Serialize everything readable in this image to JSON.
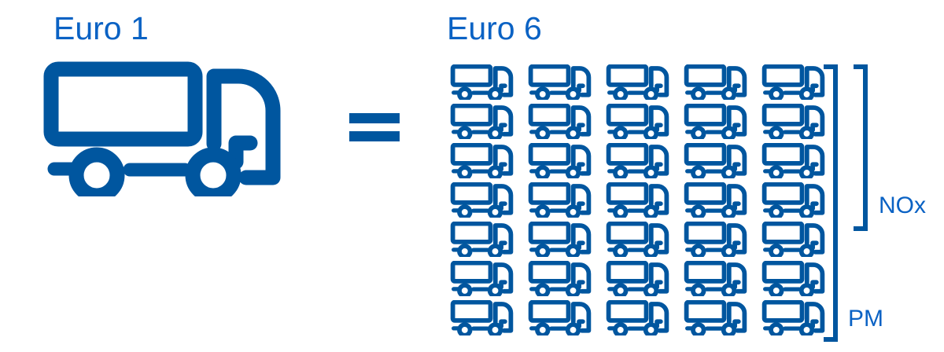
{
  "theme": {
    "icon_color": "#00569f",
    "text_color": "#0a62c4",
    "background": "#ffffff"
  },
  "left": {
    "label": "Euro 1",
    "icon": "truck-icon",
    "count": 1
  },
  "operator": {
    "symbol": "=",
    "name": "equals-sign"
  },
  "right": {
    "label": "Euro 6",
    "icon": "truck-icon",
    "count": 35,
    "grid": {
      "columns": 5,
      "rows": 7
    }
  },
  "brackets": [
    {
      "name": "nox-bracket",
      "label": "NOx",
      "rows_spanned": 4,
      "truck_count": 20
    },
    {
      "name": "pm-bracket",
      "label": "PM",
      "rows_spanned": 7,
      "truck_count": 35
    }
  ],
  "chart_data": {
    "type": "pictogram",
    "title": "Euro 1 = Euro 6",
    "unit_icon": "truck",
    "categories": [
      "Euro 1",
      "Euro 6"
    ],
    "values": [
      1,
      35
    ],
    "annotations": [
      "NOx",
      "PM"
    ],
    "legend": [
      {
        "label": "NOx",
        "value": 20
      },
      {
        "label": "PM",
        "value": 35
      }
    ]
  }
}
